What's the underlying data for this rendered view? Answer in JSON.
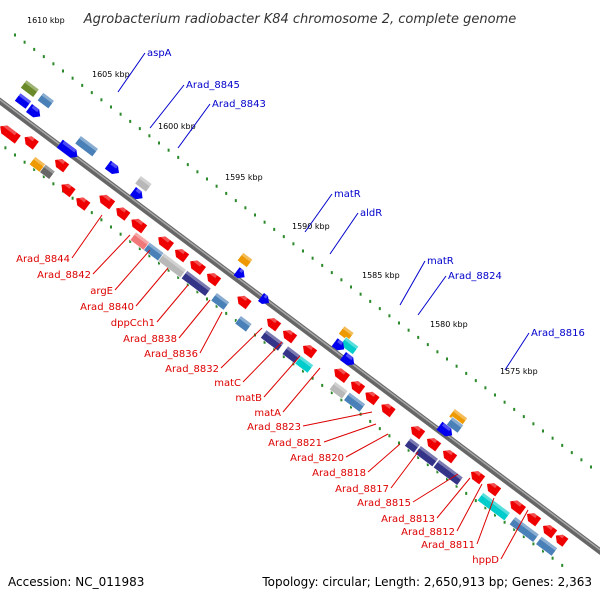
{
  "title": "Agrobacterium radiobacter K84 chromosome 2, complete genome",
  "footer": {
    "accession": "Accession: NC_011983",
    "summary": "Topology: circular; Length: 2,650,913 bp; Genes: 2,363"
  },
  "colors": {
    "forward_label": "#0000cc",
    "reverse_label": "#dd0000",
    "backbone": "#777777",
    "tick": "#2a8a2a",
    "gene_red": "#ee0000",
    "gene_blue": "#0000ee",
    "gene_steel": "#4a80b8",
    "gene_gray": "#b8b8b8",
    "gene_orange": "#ee9900",
    "gene_cyan": "#00cccc",
    "gene_navy": "#333388",
    "gene_olive": "#6a8a2a",
    "gene_pink": "#f07878"
  },
  "kbp_ticks": [
    "1610 kbp",
    "1605 kbp",
    "1600 kbp",
    "1595 kbp",
    "1590 kbp",
    "1585 kbp",
    "1580 kbp",
    "1575 kbp"
  ],
  "forward_genes": [
    "aspA",
    "Arad_8845",
    "Arad_8843",
    "matR",
    "aldR",
    "matR",
    "Arad_8824",
    "Arad_8816"
  ],
  "reverse_genes": [
    "Arad_8844",
    "Arad_8842",
    "argE",
    "Arad_8840",
    "dppCch1",
    "Arad_8838",
    "Arad_8836",
    "Arad_8832",
    "matC",
    "matB",
    "matA",
    "Arad_8823",
    "Arad_8821",
    "Arad_8820",
    "Arad_8818",
    "Arad_8817",
    "Arad_8815",
    "Arad_8813",
    "Arad_8812",
    "Arad_8811",
    "hppD"
  ]
}
